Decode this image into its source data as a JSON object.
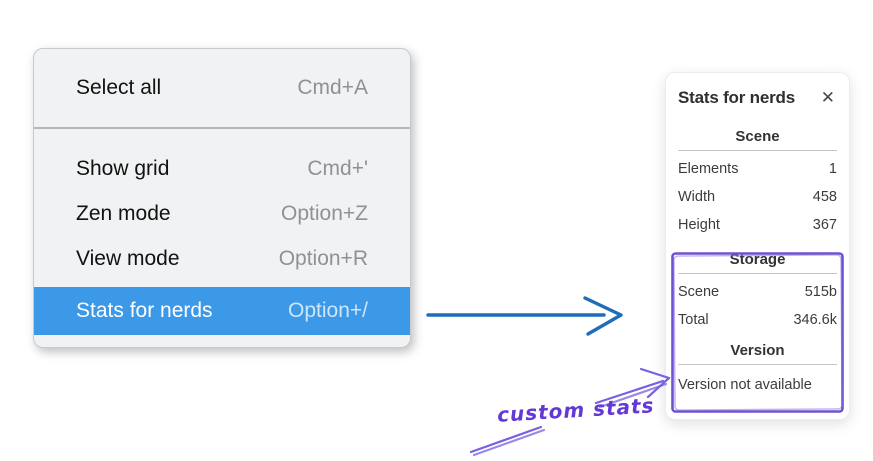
{
  "menu": {
    "items": [
      {
        "label": "Select all",
        "shortcut": "Cmd+A",
        "selected": false
      },
      {
        "label": "Show grid",
        "shortcut": "Cmd+'",
        "selected": false
      },
      {
        "label": "Zen mode",
        "shortcut": "Option+Z",
        "selected": false
      },
      {
        "label": "View mode",
        "shortcut": "Option+R",
        "selected": false
      },
      {
        "label": "Stats for nerds",
        "shortcut": "Option+/",
        "selected": true
      }
    ]
  },
  "panel": {
    "title": "Stats for nerds",
    "close_icon": "✕",
    "sections": [
      {
        "heading": "Scene",
        "rows": [
          {
            "label": "Elements",
            "value": "1"
          },
          {
            "label": "Width",
            "value": "458"
          },
          {
            "label": "Height",
            "value": "367"
          }
        ]
      },
      {
        "heading": "Storage",
        "rows": [
          {
            "label": "Scene",
            "value": "515b"
          },
          {
            "label": "Total",
            "value": "346.6k"
          }
        ]
      },
      {
        "heading": "Version",
        "note": "Version not available"
      }
    ]
  },
  "annotation": {
    "label": "custom stats"
  },
  "colors": {
    "menu_highlight_blue": "#3b99e8",
    "arrow_blue": "#1e6db8",
    "annotation_purple": "#6e52d1",
    "menu_background": "#f1f2f3"
  }
}
